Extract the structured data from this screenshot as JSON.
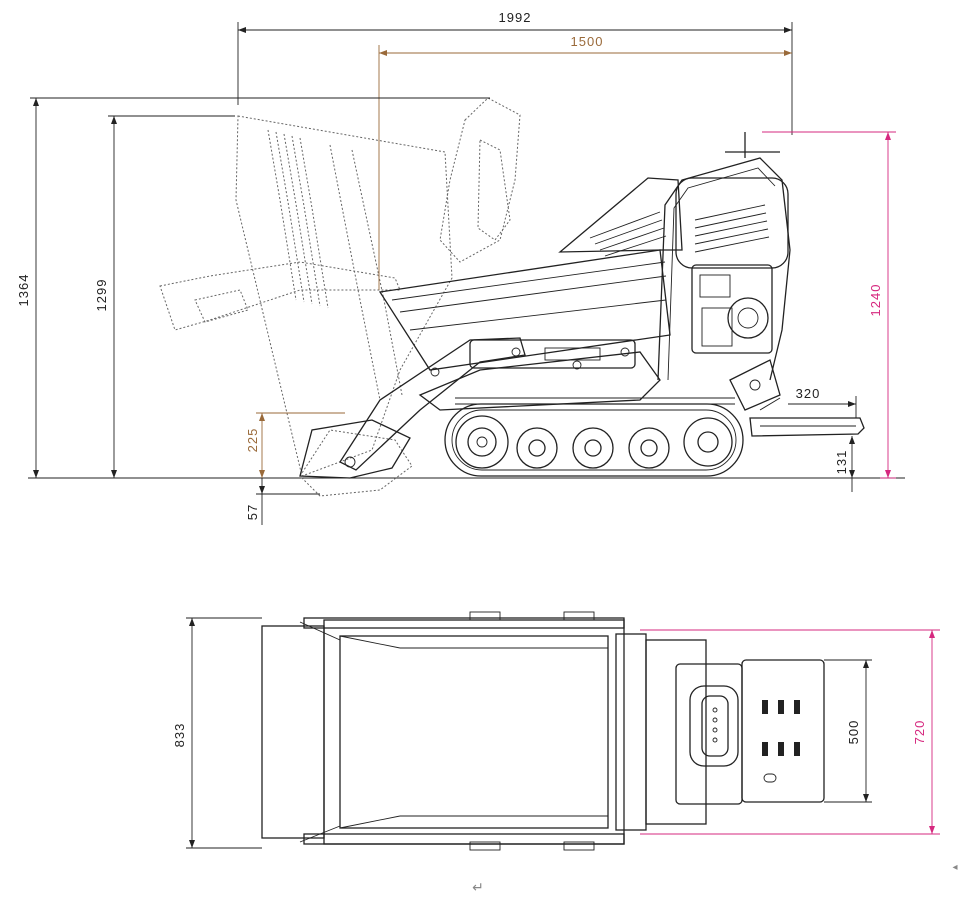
{
  "colors": {
    "black_dim": "#222222",
    "orange_dim": "#9a6a3a",
    "pink_dim": "#d6287f",
    "line": "#222222",
    "ghost": "#777777"
  },
  "side_view": {
    "overall_length": "1992",
    "dump_length": "1500",
    "max_height_dumped": "1364",
    "height_hopper": "1299",
    "height_handle": "1240",
    "dump_clearance": "225",
    "below_ground": "57",
    "platform_length": "320",
    "platform_height": "131"
  },
  "top_view": {
    "overall_width": "833",
    "platform_width": "500",
    "track_width": "720"
  },
  "footer_mark": "↵",
  "edge_mark": "◂"
}
